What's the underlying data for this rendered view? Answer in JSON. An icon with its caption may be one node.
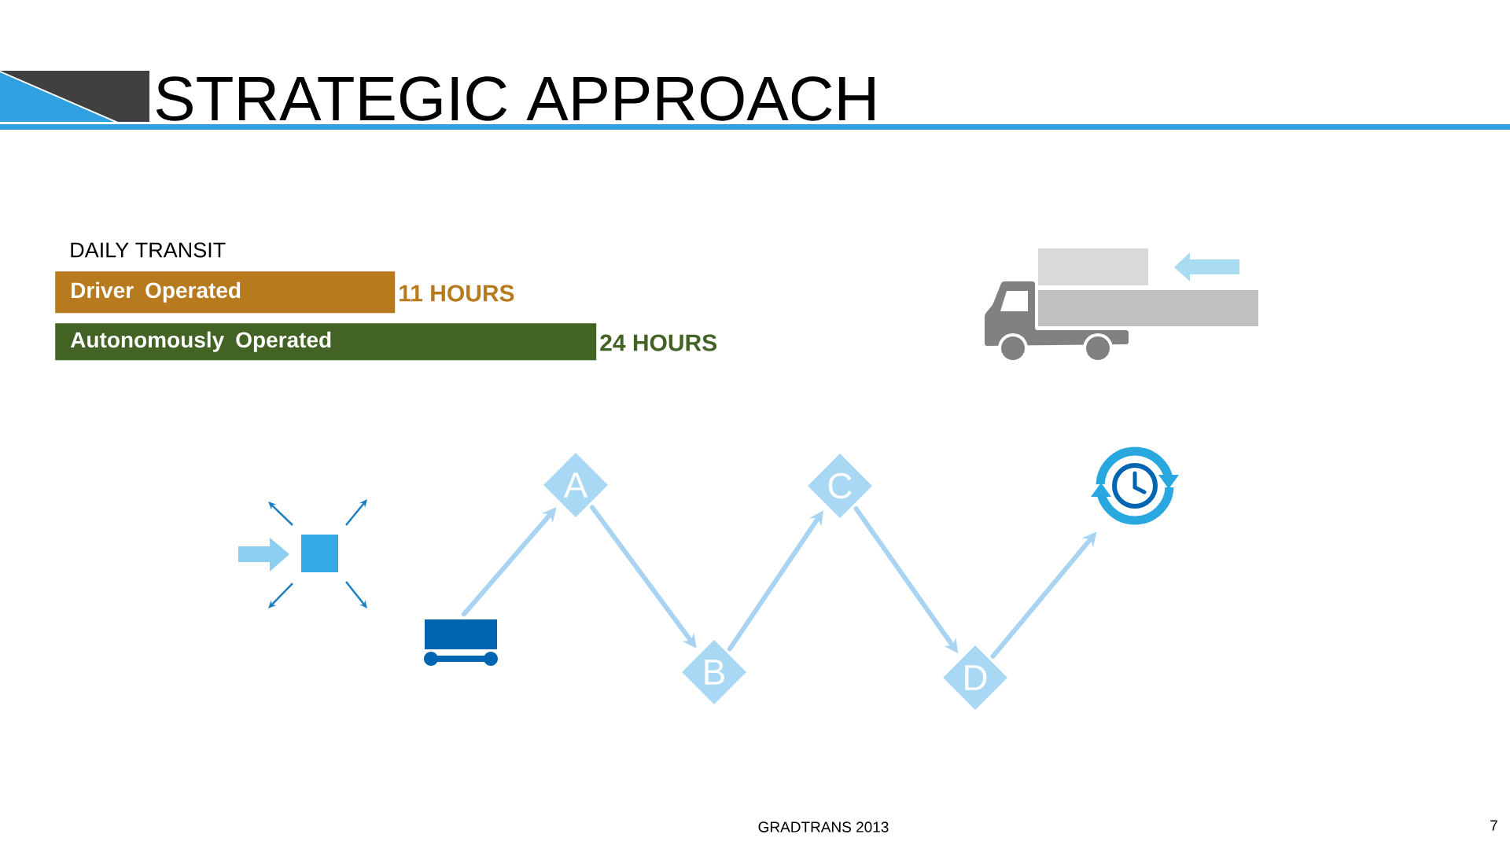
{
  "diagram": {
    "title": "STRATEGIC APPROACH",
    "nodes": [
      {
        "text": [
          "Driver Operated"
        ],
        "beside": [
          "11 HOURS"
        ]
      },
      {
        "text": [
          "Autonomously Operated"
        ],
        "beside": [
          "24 HOURS"
        ]
      },
      {
        "text": [],
        "shape": "cart"
      },
      {
        "text": [
          "A"
        ]
      },
      {
        "text": [
          "B"
        ]
      },
      {
        "text": [
          "C"
        ]
      },
      {
        "text": [
          "D"
        ]
      },
      {
        "text": [],
        "shape": "clock"
      }
    ],
    "edges": [
      {
        "from": 2,
        "to": 3,
        "arrow": "to"
      },
      {
        "from": 3,
        "to": 4,
        "arrow": "to"
      },
      {
        "from": 4,
        "to": 5,
        "arrow": "to"
      },
      {
        "from": 5,
        "to": 6,
        "arrow": "to"
      },
      {
        "from": 6,
        "to": 7,
        "arrow": "to"
      }
    ],
    "labels": [
      "DAILY TRANSIT",
      "GRADTRANS 2013",
      "7"
    ]
  }
}
